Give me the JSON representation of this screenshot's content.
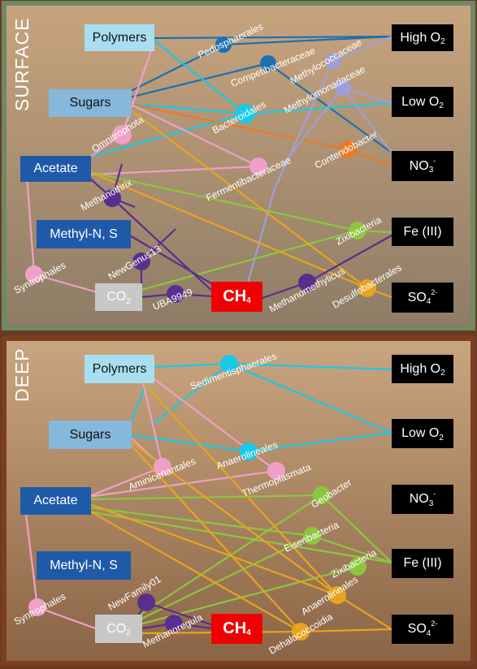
{
  "colors": {
    "outer_bg": "#6b3a22",
    "surface_panel_top": "#c9a680",
    "surface_panel_bottom": "#8d7a64",
    "surface_border": "#6e8a64",
    "deep_panel_top": "#c9a680",
    "deep_panel_bottom": "#8b6646",
    "deep_border": "#7b3f1f",
    "link_blue": "#1d6fb0",
    "link_cyan": "#19c9e6",
    "link_orange": "#e8792a",
    "link_pink": "#f0a0c8",
    "link_green": "#8cc63f",
    "link_purple": "#5a2e8c",
    "link_lavender": "#9f9fd8",
    "link_gold": "#e6a521",
    "box_dark": "#000000",
    "box_blue": "#1f5aa8",
    "box_lightblue": "#a8dff0",
    "box_steel": "#86b7dc",
    "box_grey": "#c8c8c8",
    "box_red": "#f00000"
  },
  "panels": {
    "surface": {
      "title": "SURFACE"
    },
    "deep": {
      "title": "DEEP"
    }
  },
  "boxes": {
    "surface": {
      "polymers": "Polymers",
      "sugars": "Sugars",
      "acetate": "Acetate",
      "methyl": "Methyl-N, S",
      "co2": {
        "main": "CO",
        "sub": "2"
      },
      "ch4": {
        "main": "CH",
        "sub": "4"
      },
      "high_o2": {
        "main": "High O",
        "sub": "2"
      },
      "low_o2": {
        "main": "Low O",
        "sub": "2"
      },
      "no3": {
        "main": "NO",
        "sub": "3",
        "sup": "-"
      },
      "fe": "Fe (III)",
      "so4": {
        "main": "SO",
        "sub": "4",
        "sup": "2-"
      }
    },
    "deep": {
      "polymers": "Polymers",
      "sugars": "Sugars",
      "acetate": "Acetate",
      "methyl": "Methyl-N, S",
      "co2": {
        "main": "CO",
        "sub": "2"
      },
      "ch4": {
        "main": "CH",
        "sub": "4"
      },
      "high_o2": {
        "main": "High O",
        "sub": "2"
      },
      "low_o2": {
        "main": "Low O",
        "sub": "2"
      },
      "no3": {
        "main": "NO",
        "sub": "3",
        "sup": "-"
      },
      "fe": "Fe (III)",
      "so4": {
        "main": "SO",
        "sub": "4",
        "sup": "2-"
      }
    }
  },
  "taxa": {
    "surface": [
      {
        "id": "pedosphaerales",
        "label": "Pedosphaerales",
        "color": "#1d6fb0"
      },
      {
        "id": "competibacteraceae",
        "label": "Competibacteraceae",
        "color": "#1d6fb0"
      },
      {
        "id": "methylococcaceae",
        "label": "Methylococcaceae",
        "color": "#9f9fd8"
      },
      {
        "id": "methylomonadaceae",
        "label": "Methylomonadaceae",
        "color": "#9f9fd8"
      },
      {
        "id": "bacteroidales",
        "label": "Bacteroidales",
        "color": "#19c9e6"
      },
      {
        "id": "omnitrophota",
        "label": "Omnitrophota",
        "color": "#f0a0c8"
      },
      {
        "id": "contendobacter",
        "label": "Contendobacter",
        "color": "#e8792a"
      },
      {
        "id": "fermentibacteraceae",
        "label": "Fermentibacteraceae",
        "color": "#f0a0c8"
      },
      {
        "id": "methanothrix",
        "label": "Methanothrix",
        "color": "#5a2e8c"
      },
      {
        "id": "zixibacteria",
        "label": "Zixibacteria",
        "color": "#8cc63f"
      },
      {
        "id": "newgenus13",
        "label": "NewGenus13",
        "color": "#5a2e8c"
      },
      {
        "id": "syntrophales",
        "label": "Syntrophales",
        "color": "#f0a0c8"
      },
      {
        "id": "desulfobacterales",
        "label": "Desulfobacterales",
        "color": "#e6a521"
      },
      {
        "id": "methanomethylicus",
        "label": "Methanomethylicus",
        "color": "#5a2e8c"
      },
      {
        "id": "uba9949",
        "label": "UBA9949",
        "color": "#5a2e8c"
      }
    ],
    "deep": [
      {
        "id": "sedimentisphaerales",
        "label": "Sedimentisphaerales",
        "color": "#19c9e6"
      },
      {
        "id": "anaerolineales",
        "label": "Anaerolineales",
        "color": "#19c9e6"
      },
      {
        "id": "aminicenantales",
        "label": "Aminicenantales",
        "color": "#f0a0c8"
      },
      {
        "id": "thermoplasmata",
        "label": "Thermoplasmata",
        "color": "#f0a0c8"
      },
      {
        "id": "geobacter",
        "label": "Geobacter",
        "color": "#8cc63f"
      },
      {
        "id": "eisenbacteria",
        "label": "Eisenbacteria",
        "color": "#8cc63f"
      },
      {
        "id": "zixibacteria",
        "label": "Zixibacteria",
        "color": "#8cc63f"
      },
      {
        "id": "anaerolineales2",
        "label": "Anaerolineales",
        "color": "#e6a521"
      },
      {
        "id": "newfamily01",
        "label": "NewFamily01",
        "color": "#5a2e8c"
      },
      {
        "id": "syntrophales",
        "label": "Syntrophales",
        "color": "#f0a0c8"
      },
      {
        "id": "methanoregula",
        "label": "Methanoregula",
        "color": "#5a2e8c"
      },
      {
        "id": "dehalococcoidia",
        "label": "Dehalococcoidia",
        "color": "#e6a521"
      }
    ]
  }
}
